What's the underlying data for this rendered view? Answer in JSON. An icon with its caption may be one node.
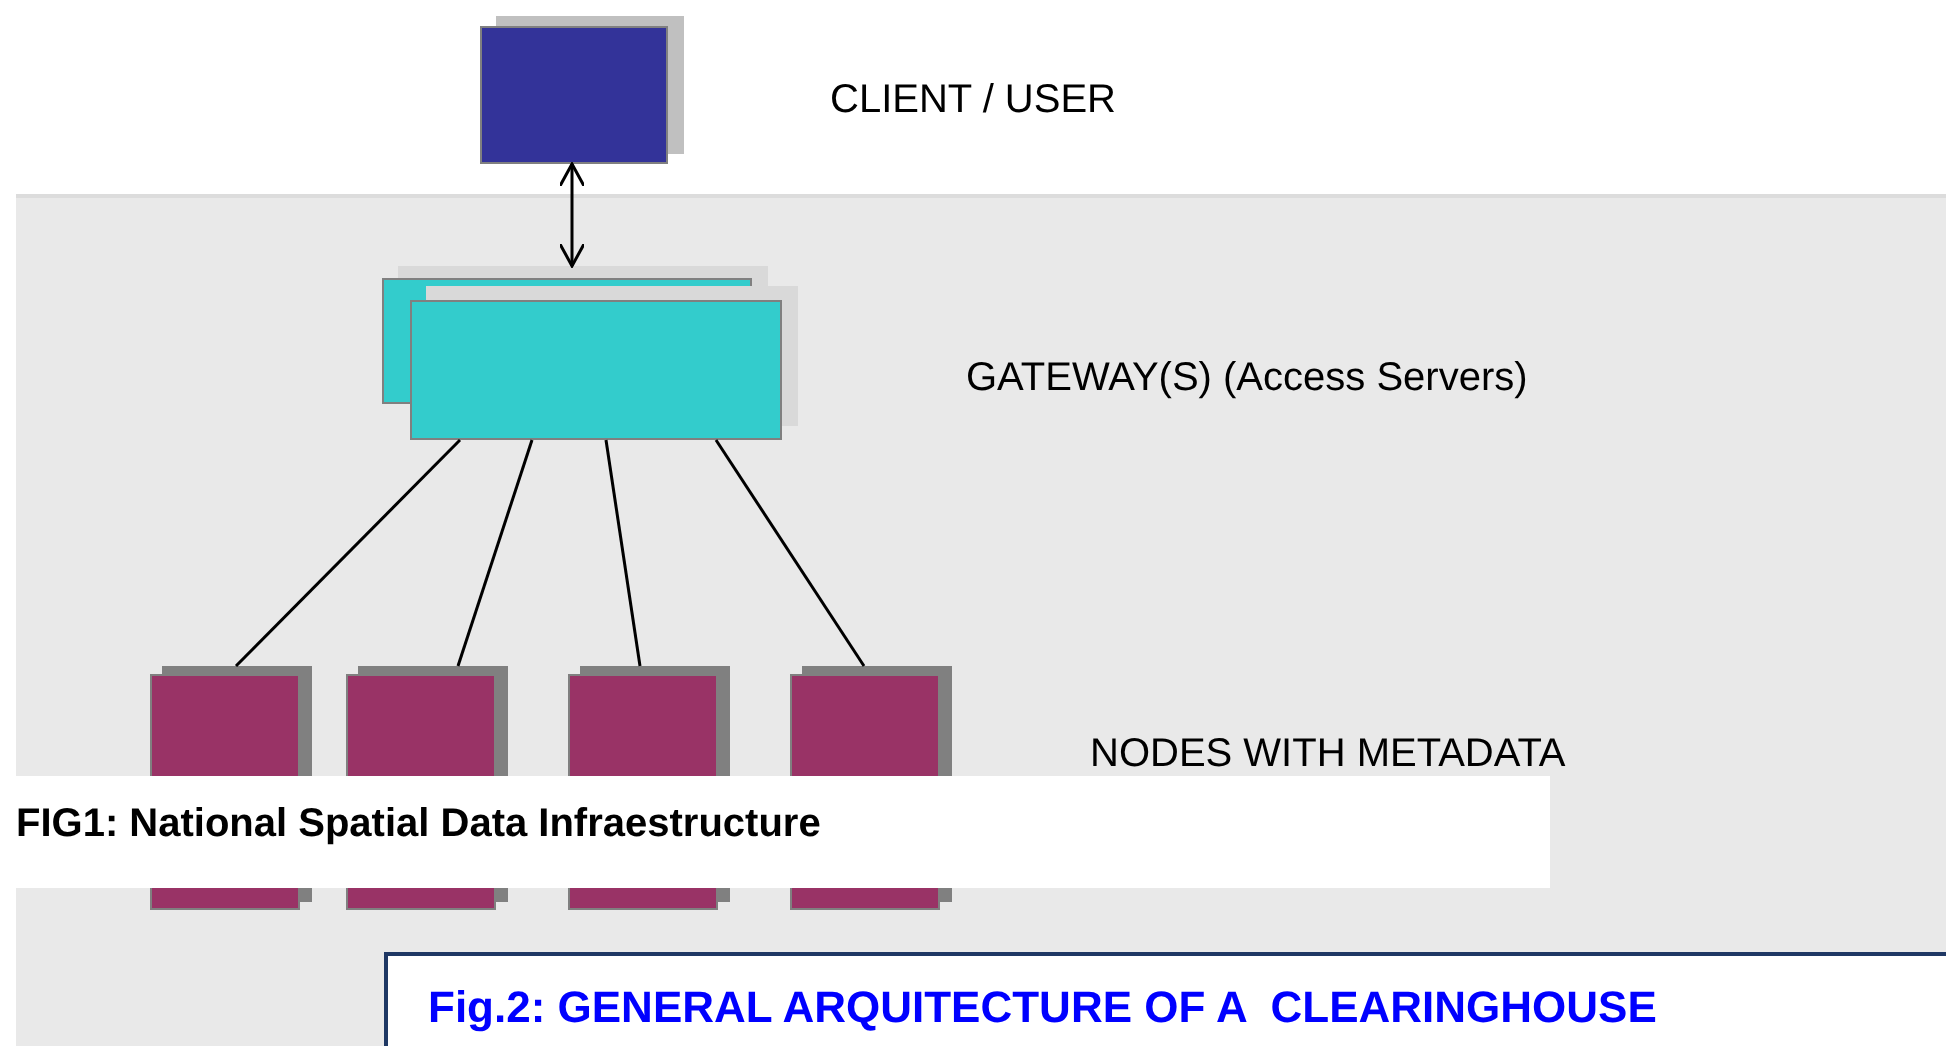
{
  "diagram": {
    "nodes": [
      {
        "text": [],
        "shape": "box"
      },
      {
        "text": [],
        "shape": "box"
      },
      {
        "text": [],
        "shape": "box"
      },
      {
        "text": [],
        "shape": "box"
      },
      {
        "text": [],
        "shape": "box"
      },
      {
        "text": [],
        "shape": "box"
      }
    ],
    "edges": [
      {
        "from": 0,
        "to": 1,
        "arrow": "both"
      },
      {
        "from": 1,
        "to": 2,
        "arrow": "none"
      },
      {
        "from": 1,
        "to": 3,
        "arrow": "none"
      },
      {
        "from": 1,
        "to": 4,
        "arrow": "none"
      },
      {
        "from": 1,
        "to": 5,
        "arrow": "none"
      }
    ],
    "labels": [
      "CLIENT / USER",
      "GATEWAY(S) (Access Servers)",
      "NODES WITH METADATA",
      "FIG1: National Spatial Data Infraestructure",
      "Fig.2: GENERAL ARQUITECTURE OF A  CLEARINGHOUSE"
    ]
  }
}
